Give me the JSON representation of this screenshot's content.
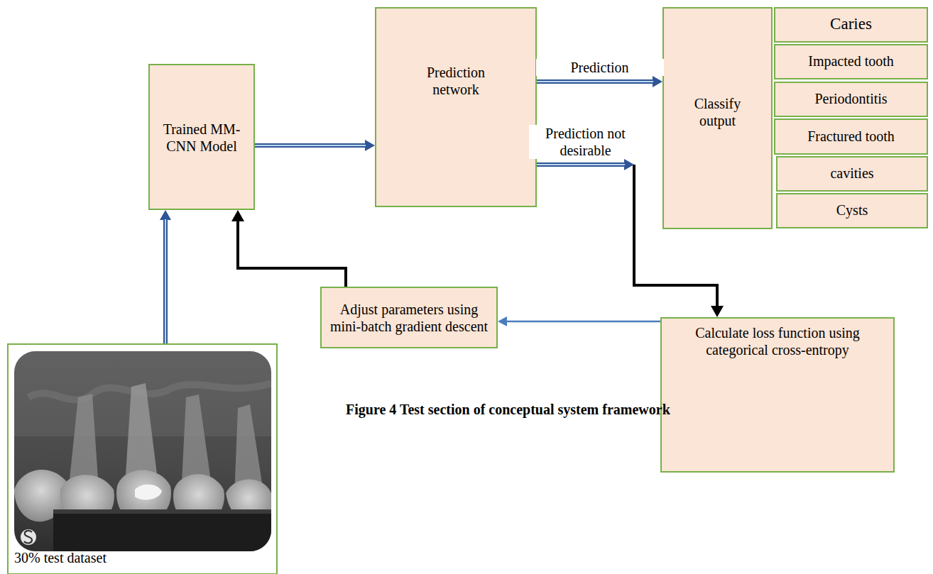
{
  "diagram": {
    "caption": "Figure 4 Test section of conceptual system framework",
    "nodes": [
      {
        "text": [
          "Trained MM-CNN Model"
        ]
      },
      {
        "text": [
          "Prediction network"
        ]
      },
      {
        "text": [
          "Classify output"
        ]
      },
      {
        "text": [
          "Caries"
        ]
      },
      {
        "text": [
          "Impacted tooth"
        ]
      },
      {
        "text": [
          "Periodontitis"
        ]
      },
      {
        "text": [
          "Fractured tooth"
        ]
      },
      {
        "text": [
          "cavities"
        ]
      },
      {
        "text": [
          "Cysts"
        ]
      },
      {
        "text": [
          "Adjust parameters using mini-batch gradient descent"
        ]
      },
      {
        "text": [
          "Calculate loss function using categorical cross-entropy"
        ]
      },
      {
        "text": [
          "30% test dataset"
        ]
      }
    ],
    "edges": [
      {
        "from": 11,
        "to": 0,
        "arrow": "to"
      },
      {
        "from": 0,
        "to": 1,
        "arrow": "to"
      },
      {
        "from": 1,
        "to": 2,
        "label": "Prediction",
        "arrow": "to"
      },
      {
        "from": 1,
        "to": 10,
        "label": "Prediction not desirable",
        "arrow": "to"
      },
      {
        "from": 10,
        "to": 9,
        "arrow": "to"
      },
      {
        "from": 9,
        "to": 0,
        "arrow": "to"
      }
    ]
  }
}
